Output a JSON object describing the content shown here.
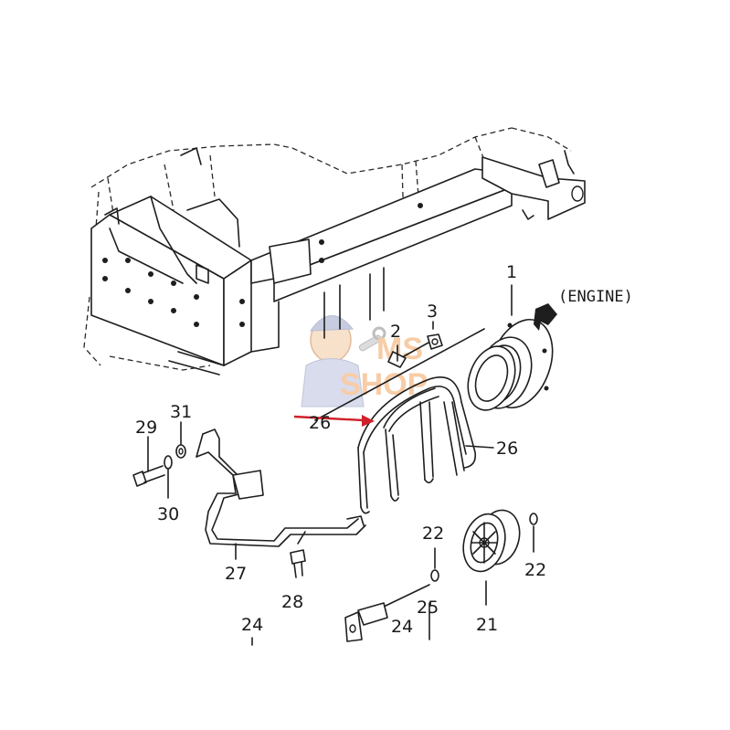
{
  "labels": {
    "engine": "(ENGINE)",
    "p1": "1",
    "p2": "2",
    "p3": "3",
    "p21": "21",
    "p22a": "22",
    "p22b": "22",
    "p24a": "24",
    "p24b": "24",
    "p25": "25",
    "p26a": "26",
    "p26b": "26",
    "p27": "27",
    "p28": "28",
    "p29": "29",
    "p30": "30",
    "p31": "31"
  },
  "watermark": {
    "line1": "MS",
    "line2": "SHOP"
  },
  "colors": {
    "arrow": "#d0202a",
    "watermark": "#f2a35e",
    "ink": "#1e1e1e"
  },
  "icons": {
    "engine_arrow": "arrow-direction-icon",
    "watermark_logo": "mechanic-mascot-icon"
  }
}
